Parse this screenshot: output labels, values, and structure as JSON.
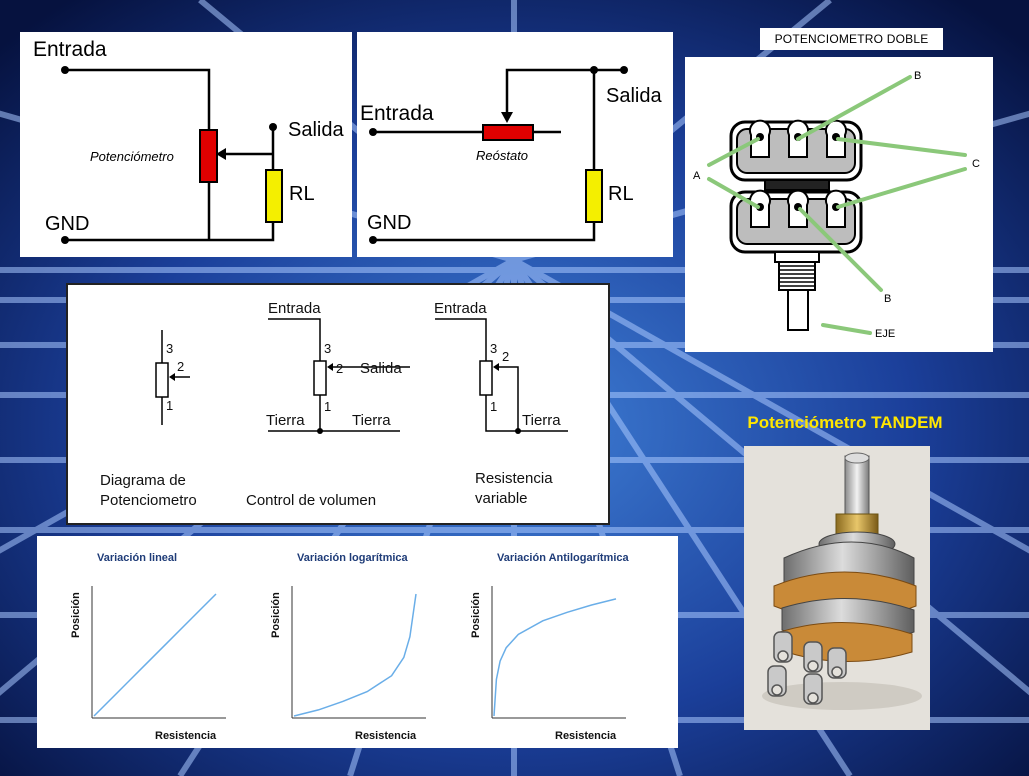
{
  "divider": {
    "entrada": "Entrada",
    "salida": "Salida",
    "gnd": "GND",
    "rl": "RL",
    "pot": "Potenciómetro"
  },
  "rheostat": {
    "entrada": "Entrada",
    "salida": "Salida",
    "gnd": "GND",
    "rl": "RL",
    "reo": "Reóstato"
  },
  "doble": {
    "title": "POTENCIOMETRO DOBLE",
    "a": "A",
    "b_top": "B",
    "c": "C",
    "b_bottom": "B",
    "eje": "EJE"
  },
  "diagram": {
    "pin3": "3",
    "pin2": "2",
    "pin1": "1",
    "d1_caption_1": "Diagrama de",
    "d1_caption_2": "Potenciometro",
    "d2_entrada": "Entrada",
    "d2_salida": "Salida",
    "d2_tierra_left": "Tierra",
    "d2_tierra_right": "Tierra",
    "d2_caption": "Control de volumen",
    "d3_entrada": "Entrada",
    "d3_tierra": "Tierra",
    "d3_caption_1": "Resistencia",
    "d3_caption_2": "variable"
  },
  "tandem": {
    "title": "Potenciómetro TANDEM"
  },
  "colors": {
    "pot_red": "#e00000",
    "rl_yellow": "#f4ef00",
    "callout_green": "#8bc87a",
    "curve_blue": "#6aaee8",
    "title_navy": "#1f3c78",
    "tandem_yellow": "#ffe600"
  },
  "chart_data": [
    {
      "type": "line",
      "title": "Variación lineal",
      "xlabel": "Resistencia",
      "ylabel": "Posición",
      "x": [
        0,
        0.2,
        0.4,
        0.6,
        0.8,
        1.0
      ],
      "y": [
        0,
        0.2,
        0.4,
        0.6,
        0.8,
        1.0
      ],
      "xlim": [
        0,
        1
      ],
      "ylim": [
        0,
        1
      ],
      "grid": false
    },
    {
      "type": "line",
      "title": "Variación logarítmica",
      "xlabel": "Resistencia",
      "ylabel": "Posición",
      "x": [
        0,
        0.2,
        0.4,
        0.6,
        0.8,
        0.9,
        0.95,
        1.0
      ],
      "y": [
        0,
        0.05,
        0.12,
        0.2,
        0.33,
        0.48,
        0.65,
        1.0
      ],
      "xlim": [
        0,
        1
      ],
      "ylim": [
        0,
        1
      ],
      "grid": false
    },
    {
      "type": "line",
      "title": "Variación Antilogarítmica",
      "xlabel": "Resistencia",
      "ylabel": "Posición",
      "x": [
        0,
        0.02,
        0.05,
        0.1,
        0.2,
        0.4,
        0.6,
        0.8,
        1.0
      ],
      "y": [
        0,
        0.3,
        0.45,
        0.56,
        0.67,
        0.78,
        0.85,
        0.91,
        0.96
      ],
      "xlim": [
        0,
        1
      ],
      "ylim": [
        0,
        1
      ],
      "grid": false
    }
  ]
}
